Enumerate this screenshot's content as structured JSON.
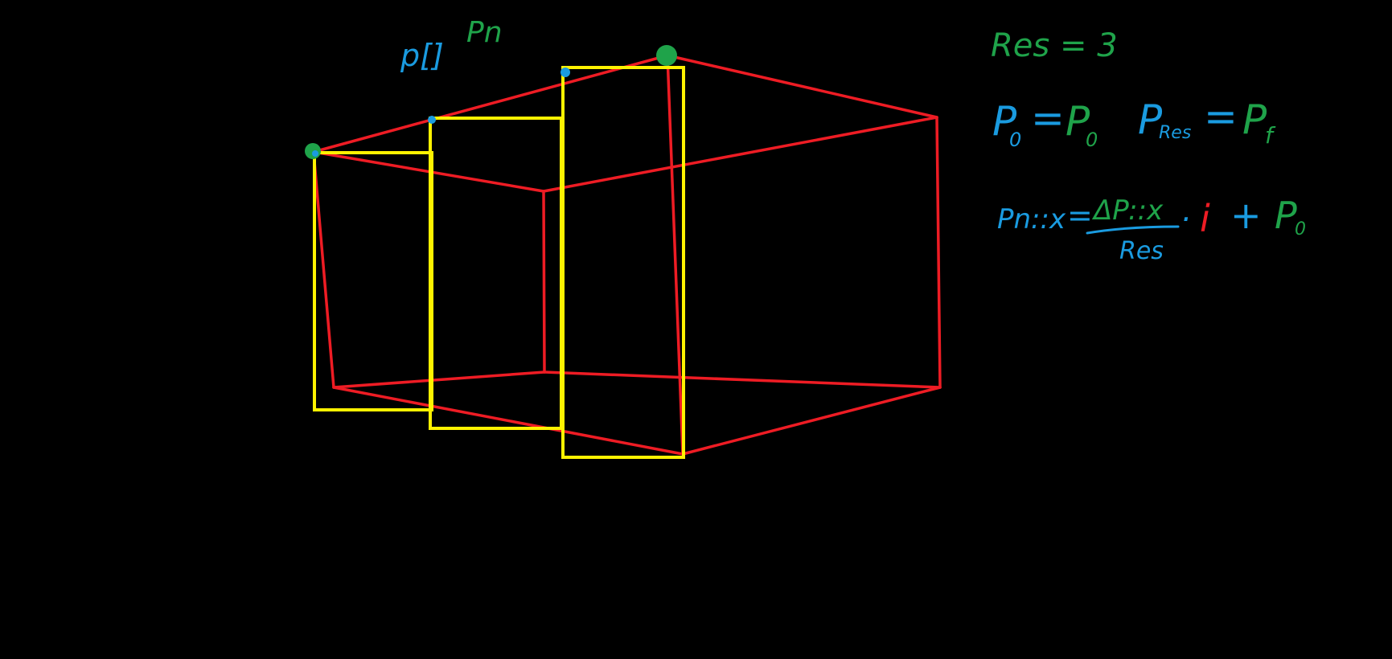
{
  "colors": {
    "background": "#000000",
    "frustum": "#ee1c24",
    "slices": "#fff200",
    "blue": "#1a9be0",
    "green": "#1fa34a"
  },
  "labels": {
    "p_array": "p[]",
    "p_n": "Pn",
    "res": "Res = 3",
    "p0_lhs": "P",
    "p0_lhs_sub": "0",
    "p0_eq": "=",
    "p0_rhs": "P",
    "p0_rhs_sub": "0",
    "pres_lhs": "P",
    "pres_lhs_sub": "Res",
    "pres_eq": "=",
    "pres_rhs": "P",
    "pres_rhs_sub": "f",
    "formula_lhs": "Pn::x",
    "formula_eq": "=",
    "formula_num": "ΔP::x",
    "formula_den": "Res",
    "formula_dot": "·",
    "formula_i": "i",
    "formula_plus": "+",
    "formula_p": "P",
    "formula_p_sub": "0"
  }
}
